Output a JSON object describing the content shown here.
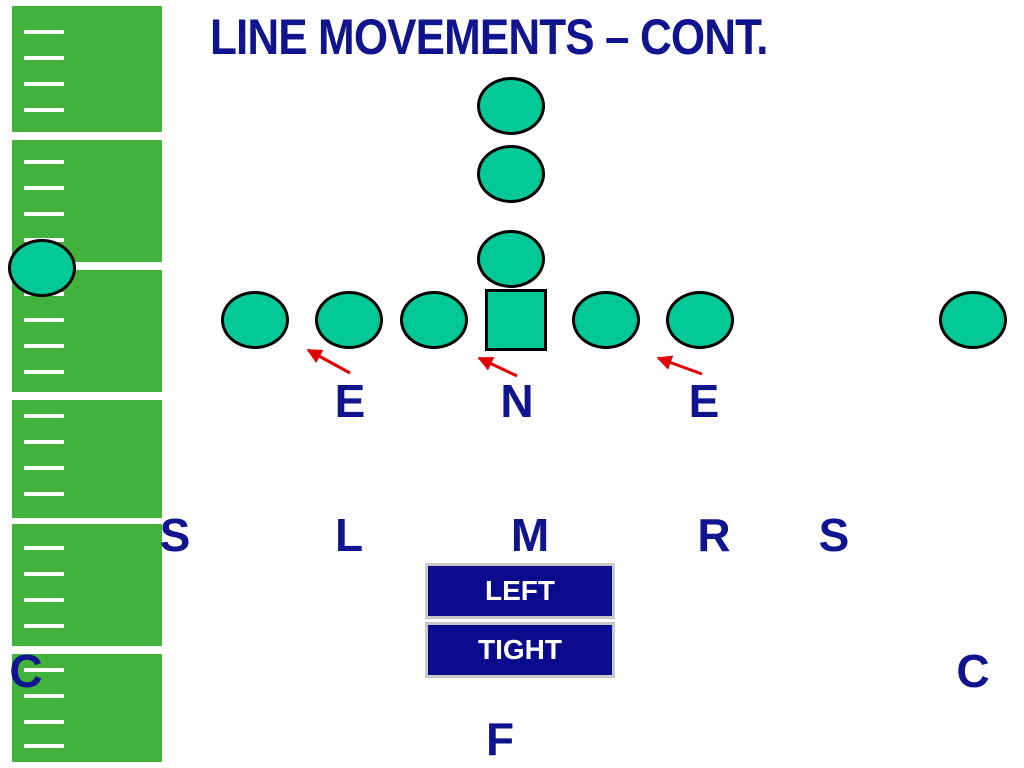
{
  "slide": {
    "title": "LINE MOVEMENTS – CONT."
  },
  "defense": {
    "line": [
      "E",
      "N",
      "E"
    ],
    "linebackers": [
      "S",
      "L",
      "M",
      "R",
      "S"
    ],
    "corners": [
      "C",
      "C"
    ],
    "free_safety": "F"
  },
  "calls": [
    "LEFT",
    "TIGHT"
  ],
  "colors": {
    "title": "#10148e",
    "field": "#41b23b",
    "offense_fill": "#00c896",
    "movement_arrow": "#e00000",
    "call_box": "#0a0a8c"
  }
}
